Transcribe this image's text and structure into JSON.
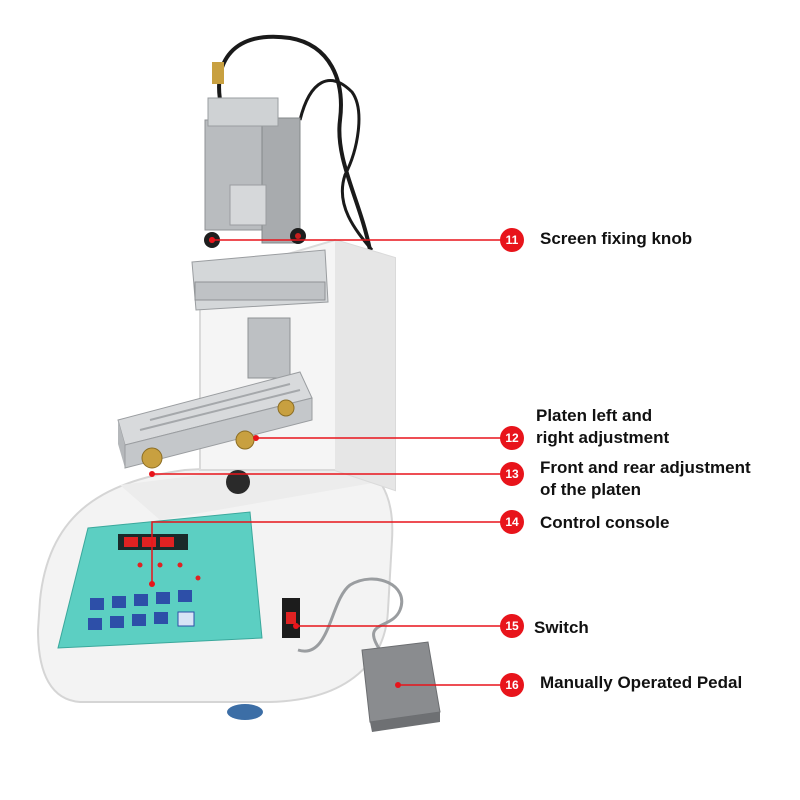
{
  "colors": {
    "callout": "#e8141b",
    "machine_body": "#f4f4f4",
    "console": "#5ccfc2",
    "aluminum": "#c9ccce",
    "pedal": "#8a8c8f"
  },
  "callouts": [
    {
      "number": "11",
      "lines": [
        "Screen fixing knob"
      ]
    },
    {
      "number": "12",
      "lines": [
        "Platen left and",
        "right adjustment"
      ]
    },
    {
      "number": "13",
      "lines": [
        "Front and rear adjustment",
        "of the platen"
      ]
    },
    {
      "number": "14",
      "lines": [
        "Control console"
      ]
    },
    {
      "number": "15",
      "lines": [
        "Switch"
      ]
    },
    {
      "number": "16",
      "lines": [
        "Manually Operated Pedal"
      ]
    }
  ],
  "icons": [
    "screen-fixing-knob-icon",
    "platen-knob-icon",
    "control-console-icon",
    "power-switch-icon",
    "foot-pedal-icon"
  ]
}
